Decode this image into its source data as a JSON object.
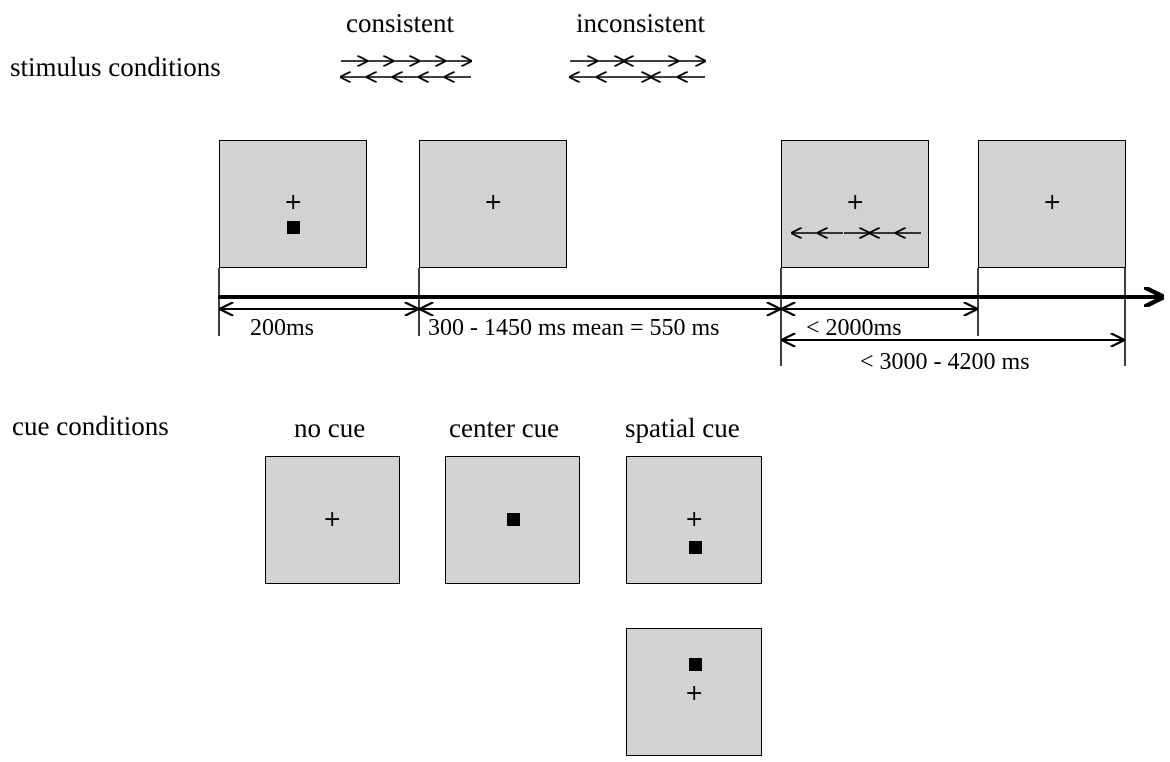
{
  "stimulus": {
    "heading": "stimulus conditions",
    "consistent": {
      "label": "consistent",
      "row1": [
        "right",
        "right",
        "right",
        "right",
        "right"
      ],
      "row2": [
        "left",
        "left",
        "left",
        "left",
        "left"
      ]
    },
    "inconsistent": {
      "label": "inconsistent",
      "row1": [
        "right",
        "right",
        "left",
        "right",
        "right"
      ],
      "row2": [
        "left",
        "left",
        "right",
        "left",
        "left"
      ]
    }
  },
  "timeline": {
    "frames": [
      {
        "content": [
          "fixation-cross",
          "cue-square-below"
        ]
      },
      {
        "content": [
          "fixation-cross"
        ]
      },
      {
        "content": [
          "fixation-cross",
          "target-arrows-below"
        ],
        "arrows": [
          "left",
          "left",
          "right",
          "left",
          "left"
        ]
      },
      {
        "content": [
          "fixation-cross"
        ]
      }
    ],
    "durations": {
      "cue": "200ms",
      "fixation": "300 - 1450 ms mean = 550 ms",
      "target": "< 2000ms",
      "trial_end": "< 3000 - 4200 ms"
    },
    "fixation_symbol": "+"
  },
  "cue": {
    "heading": "cue conditions",
    "conditions": [
      {
        "label": "no cue",
        "content": [
          "fixation-cross"
        ]
      },
      {
        "label": "center cue",
        "content": [
          "cue-square-center"
        ]
      },
      {
        "label": "spatial cue",
        "content": [
          "fixation-cross",
          "cue-square-below"
        ]
      },
      {
        "label": "",
        "content": [
          "cue-square-above",
          "fixation-cross"
        ]
      }
    ]
  }
}
